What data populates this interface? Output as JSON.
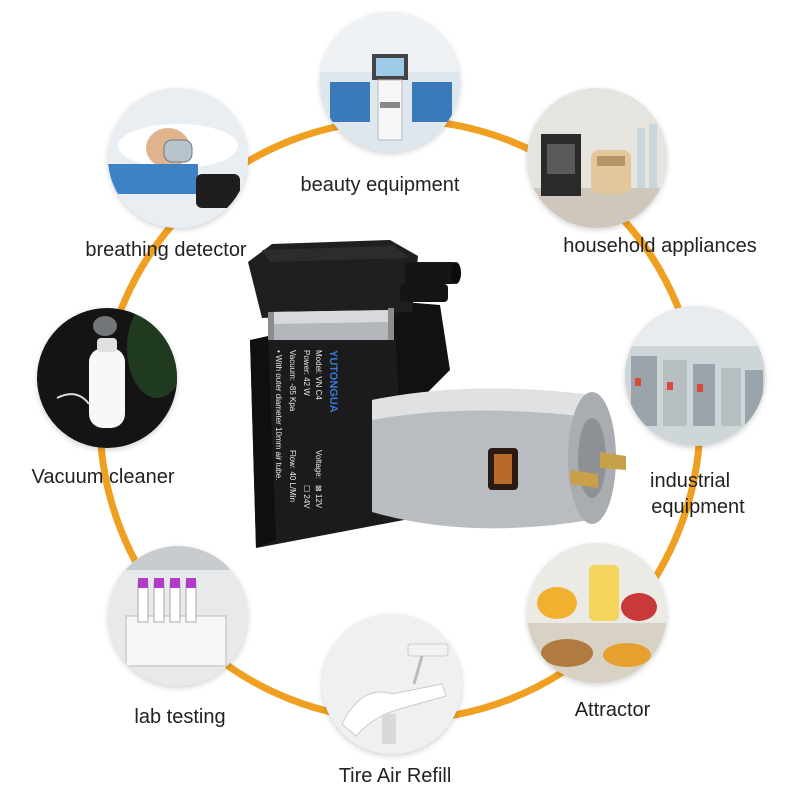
{
  "applications": {
    "beauty_equipment": {
      "label": "beauty equipment",
      "icon": "beauty-salon-photo"
    },
    "household_appliances": {
      "label": "household appliances",
      "icon": "kitchen-appliances-photo"
    },
    "industrial_equipment": {
      "label_line1": "industrial",
      "label_line2": "equipment",
      "icon": "factory-line-photo"
    },
    "attractor": {
      "label": "Attractor",
      "icon": "vacuum-food-bags-photo"
    },
    "tire_air_refill": {
      "label": "Tire Air Refill",
      "icon": "dental-chair-photo"
    },
    "lab_testing": {
      "label": "lab testing",
      "icon": "test-tubes-photo"
    },
    "vacuum_cleaner": {
      "label": "Vacuum cleaner",
      "icon": "humidifier-photo"
    },
    "breathing_detector": {
      "label": "breathing detector",
      "icon": "cpap-mask-photo"
    }
  },
  "pump": {
    "brand": "YUTONGUA",
    "model": "Model: VN C4",
    "voltage": "Voltage:",
    "voltage_12v": "⊠ 12V",
    "voltage_24v": "☐ 24V",
    "power": "Power:  42 W",
    "vacuum": "Vacuum:  -85 Kpa",
    "flow": "Flow:  40 L/Min",
    "note": "• With outer diameter 10mm air tube."
  },
  "colors": {
    "ring": "#f0a020",
    "pump_body": "#1c1c1c",
    "motor": "#b9bcc0"
  }
}
